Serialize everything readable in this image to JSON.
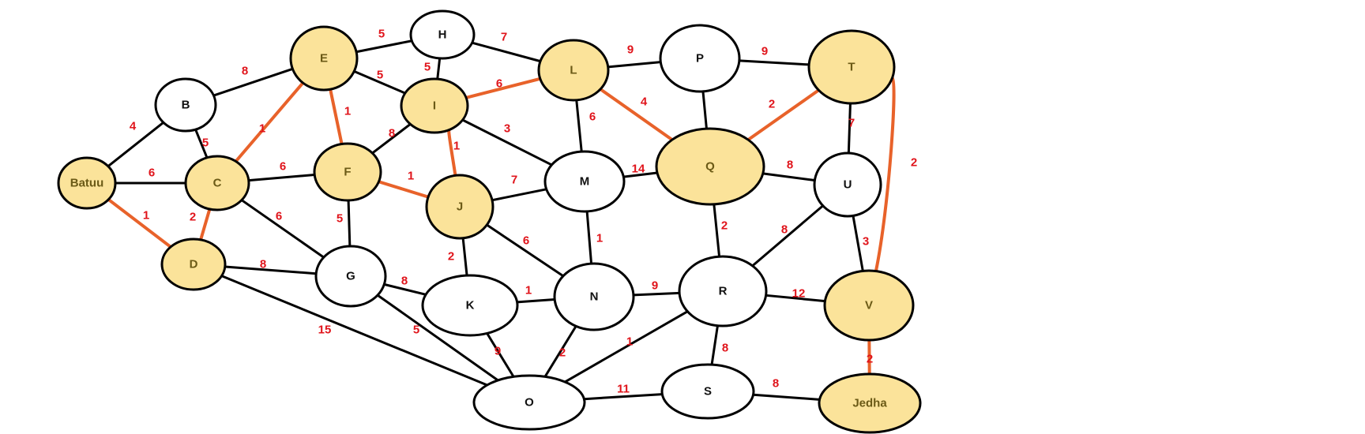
{
  "colors": {
    "edge": "#000000",
    "path": "#e8622a",
    "weight": "#e0141b",
    "highlight_fill": "#fbe39a",
    "node_fill": "#ffffff"
  },
  "nodes": [
    {
      "id": "Batuu",
      "label": "Batuu",
      "highlighted": true
    },
    {
      "id": "B",
      "label": "B",
      "highlighted": false
    },
    {
      "id": "C",
      "label": "C",
      "highlighted": true
    },
    {
      "id": "D",
      "label": "D",
      "highlighted": true
    },
    {
      "id": "E",
      "label": "E",
      "highlighted": true
    },
    {
      "id": "F",
      "label": "F",
      "highlighted": true
    },
    {
      "id": "G",
      "label": "G",
      "highlighted": false
    },
    {
      "id": "H",
      "label": "H",
      "highlighted": false
    },
    {
      "id": "I",
      "label": "I",
      "highlighted": true
    },
    {
      "id": "J",
      "label": "J",
      "highlighted": true
    },
    {
      "id": "K",
      "label": "K",
      "highlighted": false
    },
    {
      "id": "L",
      "label": "L",
      "highlighted": true
    },
    {
      "id": "M",
      "label": "M",
      "highlighted": false
    },
    {
      "id": "N",
      "label": "N",
      "highlighted": false
    },
    {
      "id": "O",
      "label": "O",
      "highlighted": false
    },
    {
      "id": "P",
      "label": "P",
      "highlighted": false
    },
    {
      "id": "Q",
      "label": "Q",
      "highlighted": true
    },
    {
      "id": "R",
      "label": "R",
      "highlighted": false
    },
    {
      "id": "S",
      "label": "S",
      "highlighted": false
    },
    {
      "id": "T",
      "label": "T",
      "highlighted": true
    },
    {
      "id": "U",
      "label": "U",
      "highlighted": false
    },
    {
      "id": "V",
      "label": "V",
      "highlighted": true
    },
    {
      "id": "Jedha",
      "label": "Jedha",
      "highlighted": true
    }
  ],
  "edges": [
    {
      "from": "Batuu",
      "to": "B",
      "weight": "4",
      "path": false
    },
    {
      "from": "Batuu",
      "to": "C",
      "weight": "6",
      "path": false
    },
    {
      "from": "Batuu",
      "to": "D",
      "weight": "1",
      "path": true
    },
    {
      "from": "B",
      "to": "C",
      "weight": "5",
      "path": false
    },
    {
      "from": "B",
      "to": "E",
      "weight": "8",
      "path": false
    },
    {
      "from": "C",
      "to": "D",
      "weight": "2",
      "path": true
    },
    {
      "from": "C",
      "to": "E",
      "weight": "1",
      "path": true
    },
    {
      "from": "C",
      "to": "F",
      "weight": "6",
      "path": false
    },
    {
      "from": "C",
      "to": "G",
      "weight": "6",
      "path": false
    },
    {
      "from": "D",
      "to": "G",
      "weight": "8",
      "path": false
    },
    {
      "from": "D",
      "to": "O",
      "weight": "15",
      "path": false
    },
    {
      "from": "E",
      "to": "H",
      "weight": "5",
      "path": false
    },
    {
      "from": "E",
      "to": "I",
      "weight": "5",
      "path": false
    },
    {
      "from": "E",
      "to": "F",
      "weight": "1",
      "path": true
    },
    {
      "from": "F",
      "to": "I",
      "weight": "8",
      "path": false
    },
    {
      "from": "F",
      "to": "J",
      "weight": "1",
      "path": true
    },
    {
      "from": "F",
      "to": "G",
      "weight": "5",
      "path": false
    },
    {
      "from": "G",
      "to": "K",
      "weight": "8",
      "path": false
    },
    {
      "from": "G",
      "to": "O",
      "weight": "5",
      "path": false
    },
    {
      "from": "H",
      "to": "I",
      "weight": "5",
      "path": false
    },
    {
      "from": "H",
      "to": "L",
      "weight": "7",
      "path": false
    },
    {
      "from": "I",
      "to": "L",
      "weight": "6",
      "path": true
    },
    {
      "from": "I",
      "to": "J",
      "weight": "1",
      "path": true
    },
    {
      "from": "I",
      "to": "M",
      "weight": "3",
      "path": false
    },
    {
      "from": "J",
      "to": "M",
      "weight": "7",
      "path": false
    },
    {
      "from": "J",
      "to": "K",
      "weight": "2",
      "path": false
    },
    {
      "from": "J",
      "to": "N",
      "weight": "6",
      "path": false
    },
    {
      "from": "K",
      "to": "N",
      "weight": "1",
      "path": false
    },
    {
      "from": "K",
      "to": "O",
      "weight": "9",
      "path": false
    },
    {
      "from": "L",
      "to": "P",
      "weight": "9",
      "path": false
    },
    {
      "from": "L",
      "to": "M",
      "weight": "6",
      "path": false
    },
    {
      "from": "L",
      "to": "Q",
      "weight": "4",
      "path": true
    },
    {
      "from": "M",
      "to": "Q",
      "weight": "14",
      "path": false
    },
    {
      "from": "M",
      "to": "N",
      "weight": "1",
      "path": false
    },
    {
      "from": "N",
      "to": "R",
      "weight": "9",
      "path": false
    },
    {
      "from": "N",
      "to": "O",
      "weight": "2",
      "path": false
    },
    {
      "from": "O",
      "to": "R",
      "weight": "1",
      "path": false
    },
    {
      "from": "O",
      "to": "S",
      "weight": "11",
      "path": false
    },
    {
      "from": "P",
      "to": "T",
      "weight": "9",
      "path": false
    },
    {
      "from": "P",
      "to": "Q",
      "weight": "",
      "path": false
    },
    {
      "from": "Q",
      "to": "T",
      "weight": "2",
      "path": true
    },
    {
      "from": "Q",
      "to": "U",
      "weight": "8",
      "path": false
    },
    {
      "from": "Q",
      "to": "R",
      "weight": "2",
      "path": false
    },
    {
      "from": "R",
      "to": "U",
      "weight": "8",
      "path": false
    },
    {
      "from": "R",
      "to": "V",
      "weight": "12",
      "path": false
    },
    {
      "from": "R",
      "to": "S",
      "weight": "8",
      "path": false
    },
    {
      "from": "S",
      "to": "Jedha",
      "weight": "8",
      "path": false
    },
    {
      "from": "T",
      "to": "U",
      "weight": "7",
      "path": false
    },
    {
      "from": "T",
      "to": "V",
      "weight": "2",
      "path": true
    },
    {
      "from": "U",
      "to": "V",
      "weight": "3",
      "path": false
    },
    {
      "from": "V",
      "to": "Jedha",
      "weight": "2",
      "path": true
    }
  ]
}
